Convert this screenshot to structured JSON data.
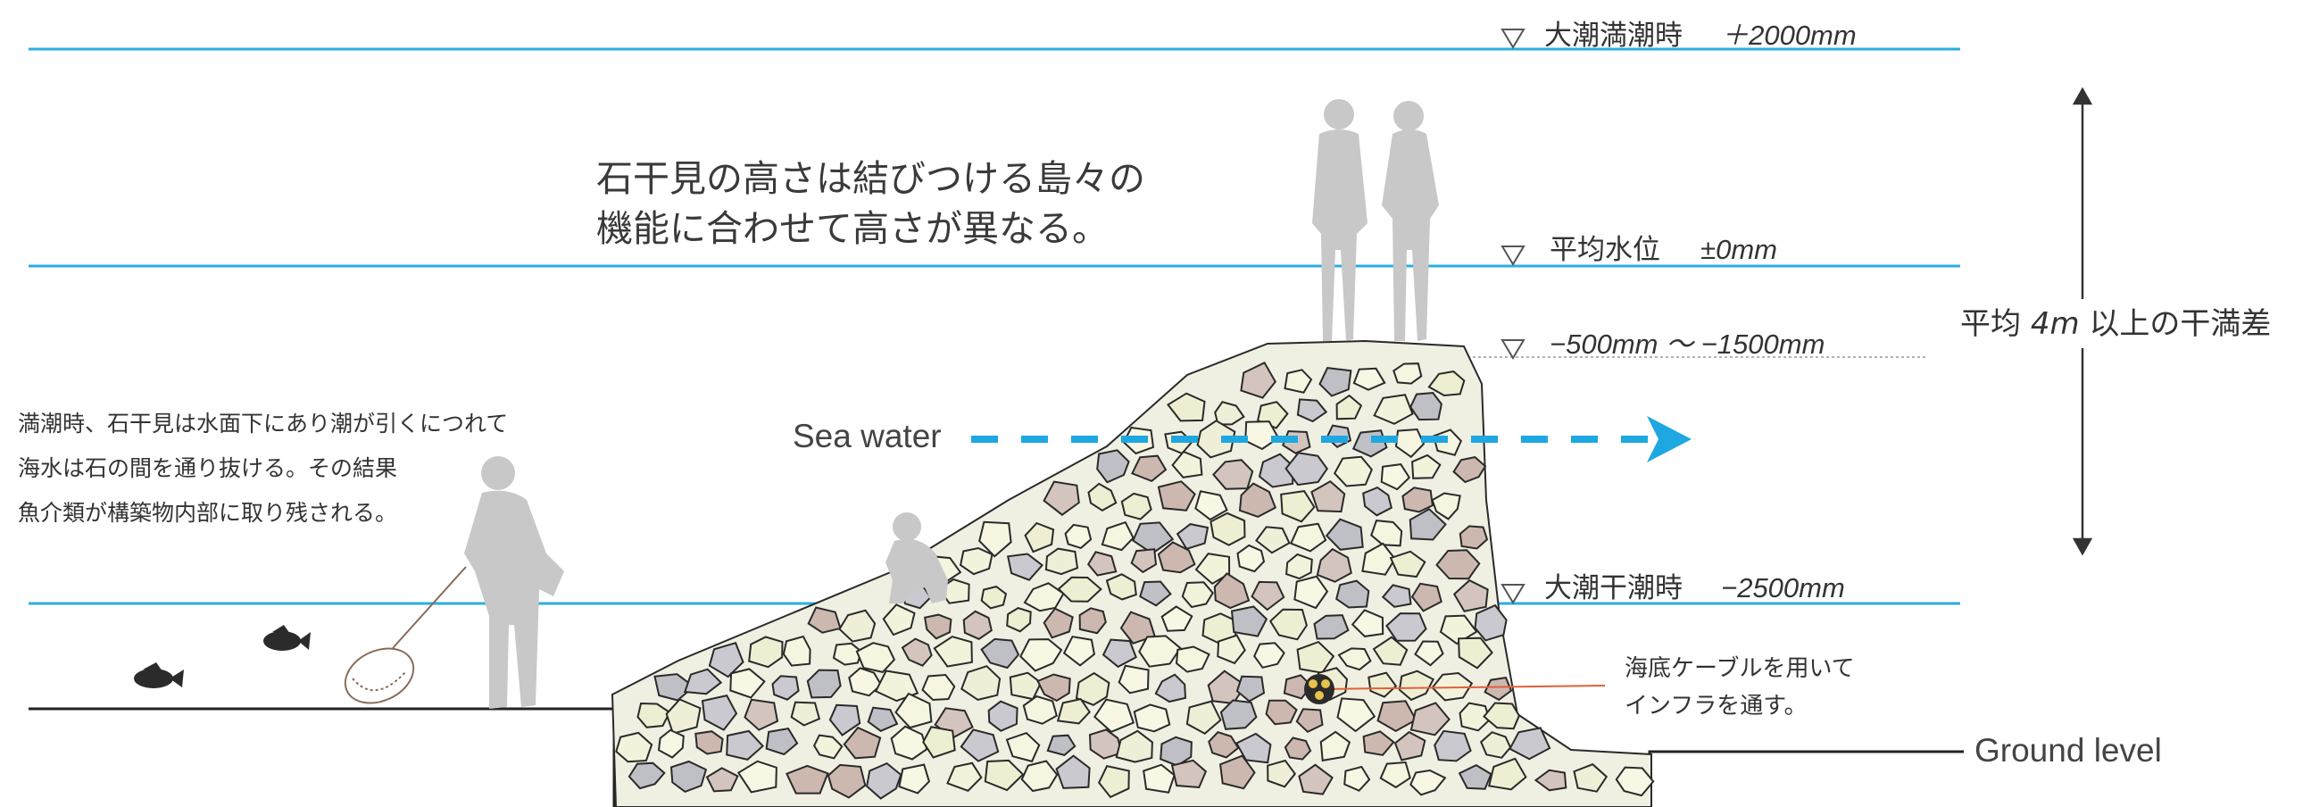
{
  "title_lines": [
    "石干見の高さは結びつける島々の",
    "機能に合わせて高さが異なる。"
  ],
  "levels": [
    {
      "name": "大潮満潮時",
      "value": "＋2000mm"
    },
    {
      "name": "平均水位",
      "value": "±0mm"
    },
    {
      "name": "",
      "value": "−500mm 〜 −1500mm"
    },
    {
      "name": "大潮干潮時",
      "value": "−2500mm"
    }
  ],
  "tide_range": {
    "pre": "平均",
    "num": "4m",
    "post": "以上の干満差"
  },
  "sea_water_label": "Sea water",
  "ground_level_label": "Ground level",
  "left_note_lines": [
    "満潮時、石干見は水面下にあり潮が引くにつれて",
    "海水は石の間を通り抜ける。その結果",
    "魚介類が構築物内部に取り残される。"
  ],
  "cable_note_lines": [
    "海底ケーブルを用いて",
    "インフラを通す。"
  ],
  "colors": {
    "water_line": "#29aee0",
    "arrow": "#1ea7e0",
    "silhouette": "#c8c8c8",
    "cable_line": "#e0603a"
  }
}
